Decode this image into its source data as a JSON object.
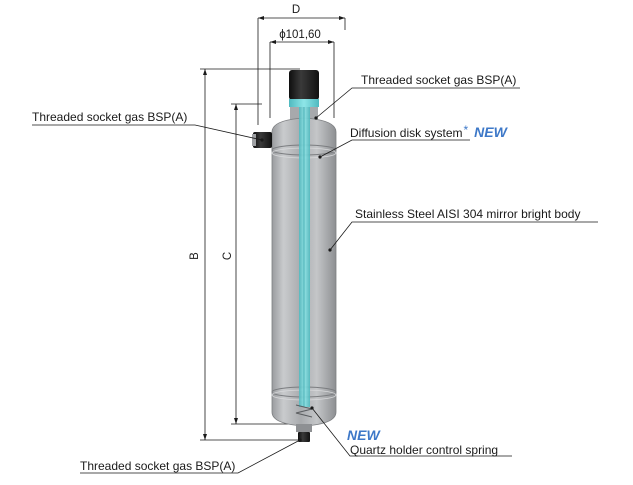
{
  "dimensions": {
    "d": "D",
    "diameter": "ϕ101,60",
    "b": "B",
    "c": "C"
  },
  "labels": {
    "top_socket": "Threaded socket gas BSP(A)",
    "side_socket": "Threaded socket gas BSP(A)",
    "diffusion": "Diffusion disk system",
    "diffusion_asterisk": "*",
    "diffusion_new": "NEW",
    "body": "Stainless Steel AISI 304 mirror bright body",
    "spring_new": "NEW",
    "spring": "Quartz holder control spring",
    "bottom_socket": "Threaded socket gas BSP(A)"
  },
  "colors": {
    "new_accent": "#3d78c8",
    "asterisk": "#3d78c8",
    "quartz": "#5fd3d6",
    "body": "#b9bbbe",
    "cap": "#1c1c1c"
  }
}
